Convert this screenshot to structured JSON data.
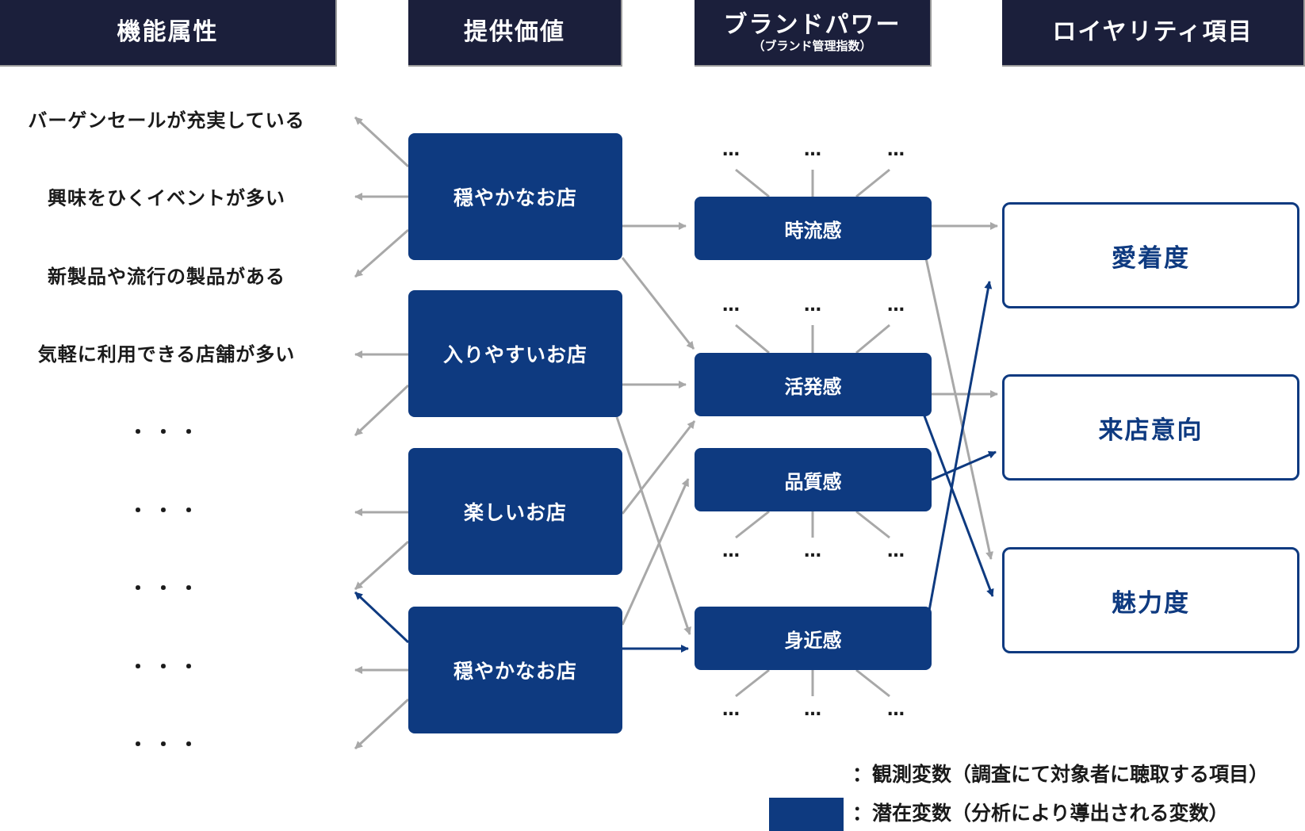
{
  "headers": {
    "functional": "機能属性",
    "value": "提供価値",
    "brand_power": "ブランドパワー",
    "brand_power_sub": "（ブランド管理指数）",
    "loyalty": "ロイヤリティ項目"
  },
  "observed_items": [
    "バーゲンセールが充実している",
    "興味をひくイベントが多い",
    "新製品や流行の製品がある",
    "気軽に利用できる店舗が多い"
  ],
  "observed_ellipsis": [
    "・・・",
    "・・・",
    "・・・",
    "・・・",
    "・・・"
  ],
  "values": [
    "穏やかなお店",
    "入りやすいお店",
    "楽しいお店",
    "穏やかなお店"
  ],
  "brand_powers": [
    "時流感",
    "活発感",
    "品質感",
    "身近感"
  ],
  "loyalty": [
    "愛着度",
    "来店意向",
    "魅力度"
  ],
  "ellipsis_mark": "…",
  "legend": {
    "observed": "：観測変数（調査にて対象者に聴取する項目）",
    "latent": "：潜在変数（分析により導出される変数）"
  },
  "colors": {
    "navy": "#0e3a80",
    "header": "#1b1f3b",
    "gray": "#a8a8a8"
  }
}
